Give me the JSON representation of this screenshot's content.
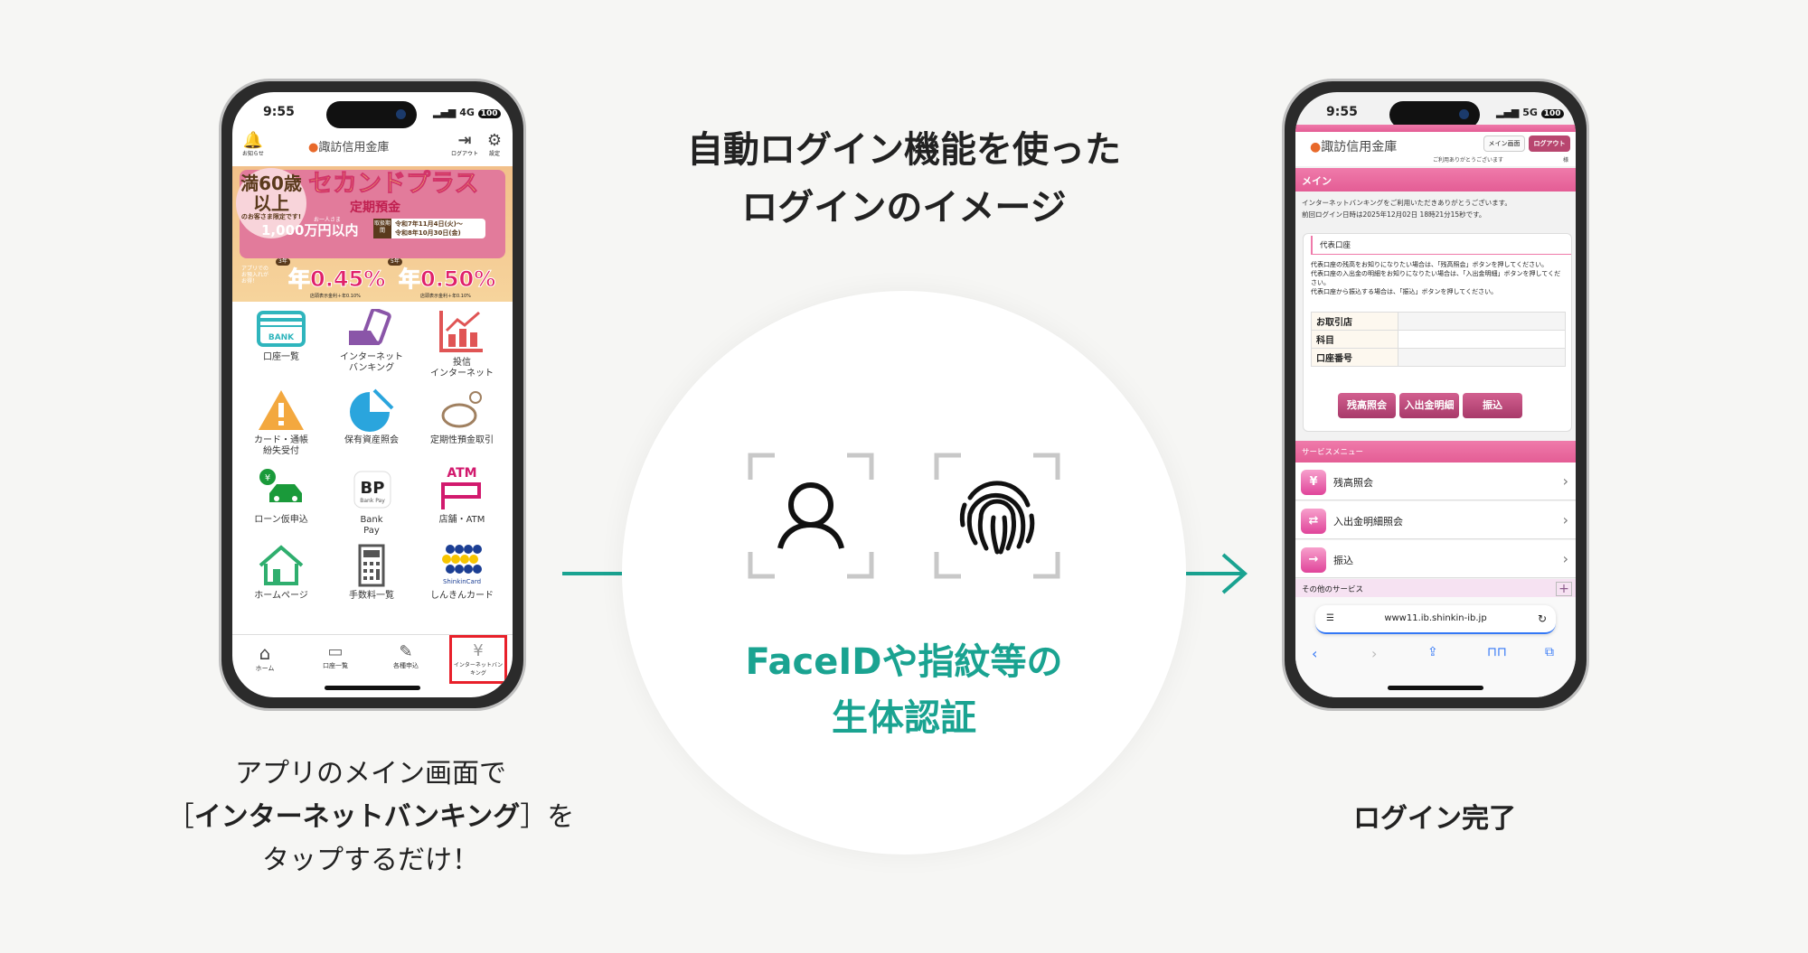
{
  "heading": {
    "line1": "自動ログイン機能を使った",
    "line2": "ログインのイメージ"
  },
  "center": {
    "line1": "FaceIDや指紋等の",
    "line2": "生体認証",
    "icons": [
      "face-id-icon",
      "fingerprint-icon"
    ]
  },
  "caption_left": {
    "line1": "アプリのメイン画面で",
    "line2_open": "［",
    "line2_bold": "インターネットバンキング",
    "line2_close": "］を",
    "line3": "タップするだけ！"
  },
  "caption_right": "ログイン完了",
  "colors": {
    "teal": "#1aa391",
    "pink": "#e45d95",
    "highlight": "#e8202a"
  },
  "app": {
    "status": {
      "time": "9:55",
      "network": "4G",
      "battery": "100"
    },
    "header": {
      "bank_name": "諏訪信用金庫",
      "notice": "お知らせ",
      "logout": "ログアウト",
      "settings": "設定"
    },
    "banner": {
      "age": "満60歳以上",
      "target": "のお客さま限定です!",
      "product": "セカンドプラス",
      "subtitle": "定期預金",
      "per_person": "お一人さま",
      "limit": "1,000万円以内",
      "period_label": "取扱期間",
      "period1": "令和7年11月4日(火)～",
      "period2": "令和8年10月30日(金)",
      "app_note": "アプリでのお預入れがお得！",
      "rate3_term": "3年",
      "rate3": "年0.45%",
      "rate5_term": "5年",
      "rate5": "年0.50%",
      "rate_note": "店頭表示金利＋年0.10%"
    },
    "grid": [
      {
        "l1": "口座一覧",
        "l2": ""
      },
      {
        "l1": "インターネット",
        "l2": "バンキング"
      },
      {
        "l1": "投信",
        "l2": "インターネット"
      },
      {
        "l1": "カード・通帳",
        "l2": "紛失受付"
      },
      {
        "l1": "保有資産照会",
        "l2": ""
      },
      {
        "l1": "定期性預金取引",
        "l2": ""
      },
      {
        "l1": "ローン仮申込",
        "l2": ""
      },
      {
        "l1": "Bank",
        "l2": "Pay"
      },
      {
        "l1": "店舗・ATM",
        "l2": ""
      },
      {
        "l1": "ホームページ",
        "l2": ""
      },
      {
        "l1": "手数料一覧",
        "l2": ""
      },
      {
        "l1": "しんきんカード",
        "l2": ""
      }
    ],
    "icon_text": {
      "bank": "BANK",
      "atm": "ATM",
      "bp": "BP",
      "bankpay": "Bank Pay",
      "shinkin": "ShinkinCard",
      "yen": "¥"
    },
    "nav": [
      "ホーム",
      "口座一覧",
      "各種申込",
      "インターネットバンキング"
    ]
  },
  "web": {
    "status": {
      "time": "9:55",
      "network": "5G",
      "battery": "100"
    },
    "bank_name": "諏訪信用金庫",
    "main_button": "メイン画面",
    "logout_button": "ログアウト",
    "greeting": "ご利用ありがとうございます",
    "sama": "様",
    "section": "メイン",
    "welcome": "インターネットバンキングをご利用いただきありがとうございます。",
    "last_login": "前回ログイン日時は2025年12月02日 18時21分15秒です。",
    "card_title": "代表口座",
    "card_text": [
      "代表口座の残高をお知りになりたい場合は、「残高照会」ボタンを押してください。",
      "代表口座の入出金の明細をお知りになりたい場合は、「入出金明細」ボタンを押してください。",
      "代表口座から振込する場合は、「振込」ボタンを押してください。"
    ],
    "rows": [
      "お取引店",
      "科目",
      "口座番号"
    ],
    "buttons": [
      "残高照会",
      "入出金明細",
      "振込"
    ],
    "service_menu": "サービスメニュー",
    "menu": [
      {
        "label": "残高照会",
        "icon": "¥"
      },
      {
        "label": "入出金明細照会",
        "icon": "⇄"
      },
      {
        "label": "振込",
        "icon": "→"
      }
    ],
    "other": "その他のサービス",
    "url": "www11.ib.shinkin-ib.jp"
  }
}
